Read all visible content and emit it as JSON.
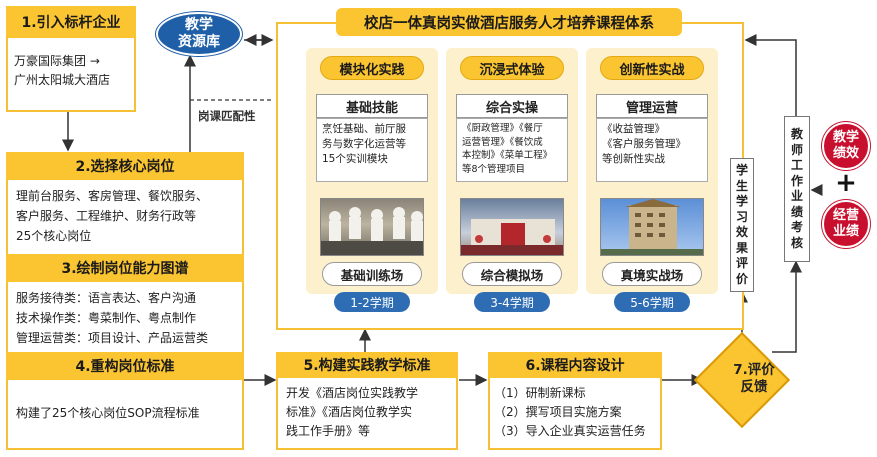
{
  "steps": {
    "s1": {
      "title": "1.引入标杆企业",
      "lines": [
        "万豪国际集团 →",
        "广州太阳城大酒店"
      ]
    },
    "s2": {
      "title": "2.选择核心岗位",
      "lines": [
        "理前台服务、客房管理、餐饮服务、",
        "客户服务、工程维护、财务行政等",
        "25个核心岗位"
      ]
    },
    "s3": {
      "title": "3.绘制岗位能力图谱",
      "lines": [
        "服务接待类：语言表达、客户沟通",
        "技术操作类：粤菜制作、粤点制作",
        "管理运营类：项目设计、产品运营类"
      ]
    },
    "s4": {
      "title": "4.重构岗位标准",
      "lines": [
        "构建了25个核心岗位SOP流程标准"
      ]
    },
    "s5": {
      "title": "5.构建实践教学标准",
      "lines": [
        "开发《酒店岗位实践教学",
        "标准》《酒店岗位教学实",
        "践工作手册》等"
      ]
    },
    "s6": {
      "title": "6.课程内容设计",
      "lines": [
        "（1）研制新课标",
        "（2）撰写项目实施方案",
        "（3）导入企业真实运营任务"
      ]
    },
    "s7": {
      "lines": [
        "7.评价",
        "反馈"
      ]
    }
  },
  "resource": {
    "lines": [
      "教学",
      "资源库"
    ]
  },
  "match_label": "岗课匹配性",
  "system_title": "校店一体真岗实做酒店服务人才培养课程体系",
  "columns": [
    {
      "mode": "模块化实践",
      "head": "基础技能",
      "body": [
        "烹饪基础、前厅服",
        "务与数字化运营等",
        "15个实训模块"
      ],
      "ground": "基础训练场",
      "term": "1-2学期"
    },
    {
      "mode": "沉浸式体验",
      "head": "综合实操",
      "body": [
        "《厨政管理》《餐厅",
        "运营管理》《餐饮成",
        "本控制》《菜单工程》",
        "等8个管理项目"
      ],
      "ground": "综合模拟场",
      "term": "3-4学期"
    },
    {
      "mode": "创新性实战",
      "head": "管理运营",
      "body": [
        "《收益管理》",
        "《客户服务管理》",
        "等创新性实战"
      ],
      "ground": "真境实战场",
      "term": "5-6学期"
    }
  ],
  "student_eval": [
    "学",
    "生",
    "学",
    "习",
    "效",
    "果",
    "评",
    "价"
  ],
  "teacher_eval": [
    "教",
    "师",
    "工",
    "作",
    "业",
    "绩",
    "考",
    "核"
  ],
  "perf": {
    "a": [
      "教学",
      "绩效"
    ],
    "plus": "+",
    "b": [
      "经营",
      "业绩"
    ]
  },
  "colors": {
    "yellow": "#fbc531",
    "blue": "#1f5fa8",
    "red": "#c8102e"
  }
}
